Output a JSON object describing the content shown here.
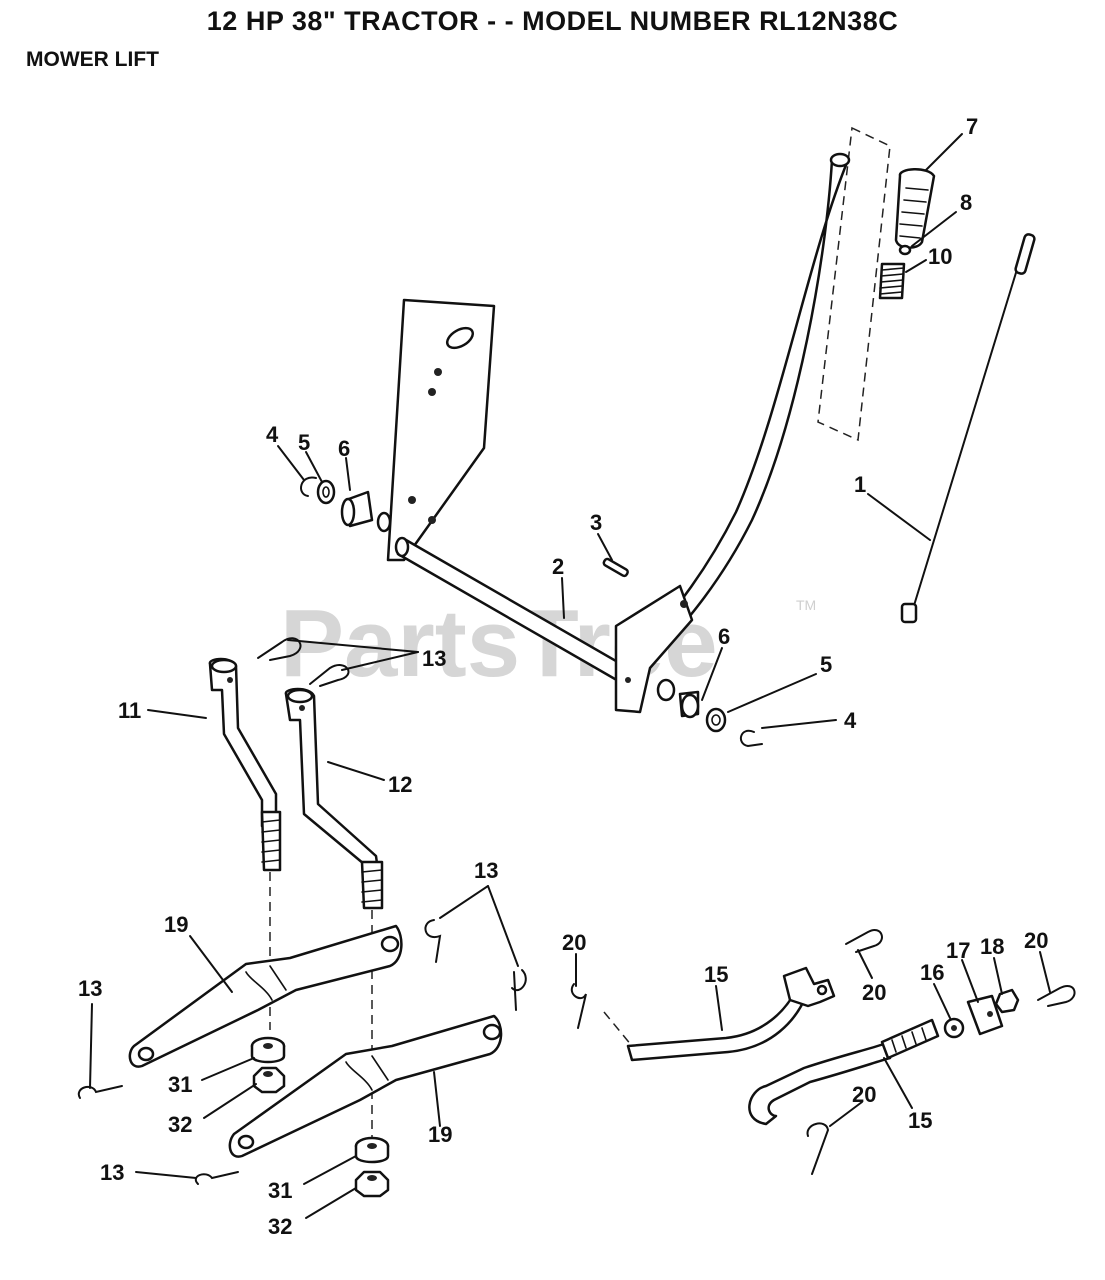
{
  "header": {
    "title": "12 HP 38\" TRACTOR - - MODEL NUMBER RL12N38C",
    "subtitle": "MOWER LIFT"
  },
  "watermark": {
    "text": "PartsTree",
    "trademark": "TM"
  },
  "callouts": {
    "c7": "7",
    "c8": "8",
    "c10": "10",
    "c1": "1",
    "c4a": "4",
    "c5a": "5",
    "c6a": "6",
    "c3": "3",
    "c2": "2",
    "c13a": "13",
    "c6b": "6",
    "c5b": "5",
    "c4b": "4",
    "c11": "11",
    "c12": "12",
    "c13b": "13",
    "c19a": "19",
    "c13c": "13",
    "c31a": "31",
    "c32a": "32",
    "c19b": "19",
    "c13d": "13",
    "c31b": "31",
    "c32b": "32",
    "c20a": "20",
    "c15a": "15",
    "c20b": "20",
    "c16": "16",
    "c17": "17",
    "c18": "18",
    "c20c": "20",
    "c20d": "20",
    "c15b": "15"
  }
}
